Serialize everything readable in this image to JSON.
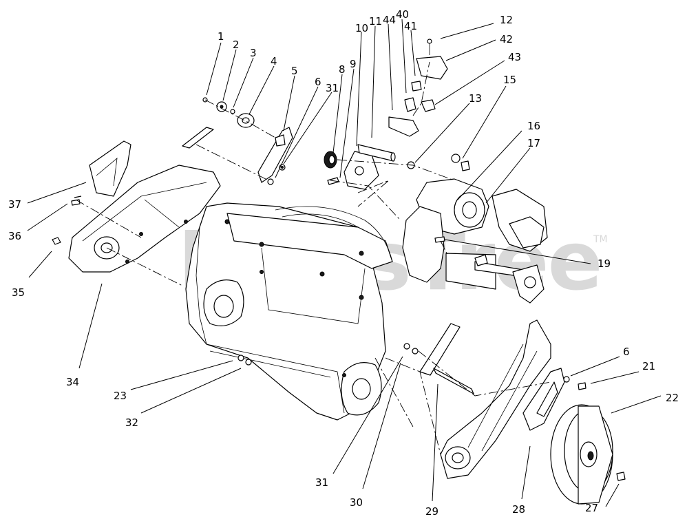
{
  "watermark": {
    "text": "PartsTree",
    "trademark": "TM"
  },
  "callouts": [
    {
      "id": "c1",
      "label": "1"
    },
    {
      "id": "c2",
      "label": "2"
    },
    {
      "id": "c3",
      "label": "3"
    },
    {
      "id": "c4",
      "label": "4"
    },
    {
      "id": "c5",
      "label": "5"
    },
    {
      "id": "c6a",
      "label": "6"
    },
    {
      "id": "c31a",
      "label": "31"
    },
    {
      "id": "c8",
      "label": "8"
    },
    {
      "id": "c9",
      "label": "9"
    },
    {
      "id": "c10",
      "label": "10"
    },
    {
      "id": "c11",
      "label": "11"
    },
    {
      "id": "c44",
      "label": "44"
    },
    {
      "id": "c40",
      "label": "40"
    },
    {
      "id": "c41",
      "label": "41"
    },
    {
      "id": "c12",
      "label": "12"
    },
    {
      "id": "c42",
      "label": "42"
    },
    {
      "id": "c43",
      "label": "43"
    },
    {
      "id": "c13",
      "label": "13"
    },
    {
      "id": "c15",
      "label": "15"
    },
    {
      "id": "c16",
      "label": "16"
    },
    {
      "id": "c17",
      "label": "17"
    },
    {
      "id": "c19",
      "label": "19"
    },
    {
      "id": "c37",
      "label": "37"
    },
    {
      "id": "c36",
      "label": "36"
    },
    {
      "id": "c35",
      "label": "35"
    },
    {
      "id": "c34",
      "label": "34"
    },
    {
      "id": "c23",
      "label": "23"
    },
    {
      "id": "c32",
      "label": "32"
    },
    {
      "id": "c31b",
      "label": "31"
    },
    {
      "id": "c30",
      "label": "30"
    },
    {
      "id": "c29",
      "label": "29"
    },
    {
      "id": "c28",
      "label": "28"
    },
    {
      "id": "c27",
      "label": "27"
    },
    {
      "id": "c22",
      "label": "22"
    },
    {
      "id": "c21",
      "label": "21"
    },
    {
      "id": "c6b",
      "label": "6"
    }
  ]
}
